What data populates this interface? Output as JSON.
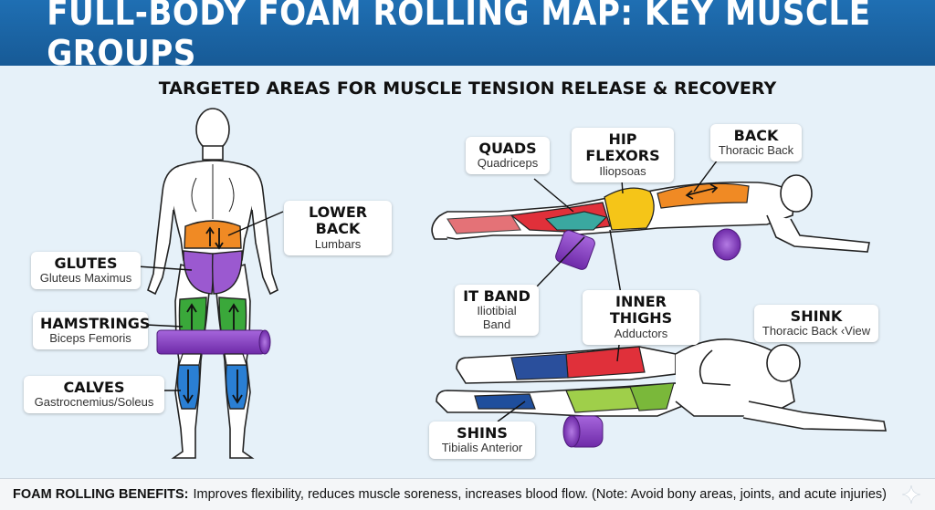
{
  "header": {
    "title": "FULL-BODY FOAM ROLLING MAP: KEY MUSCLE GROUPS",
    "subtitle": "TARGETED AREAS FOR MUSCLE TENSION RELEASE & RECOVERY"
  },
  "labels": {
    "lower_back": {
      "main": "LOWER BACK",
      "sub": "Lumbars"
    },
    "glutes": {
      "main": "GLUTES",
      "sub": "Gluteus Maximus"
    },
    "hamstrings": {
      "main": "HAMSTRINGS",
      "sub": "Biceps Femoris"
    },
    "calves": {
      "main": "CALVES",
      "sub": "Gastrocnemius/Soleus"
    },
    "quads": {
      "main": "QUADS",
      "sub": "Quadriceps"
    },
    "hip_flexors": {
      "main": "HIP FLEXORS",
      "sub": "Iliopsoas"
    },
    "back": {
      "main": "BACK",
      "sub": "Thoracic Back"
    },
    "it_band": {
      "main": "IT BAND",
      "sub": "Iliotibial Band"
    },
    "inner_thighs": {
      "main": "INNER THIGHS",
      "sub": "Adductors"
    },
    "shink": {
      "main": "SHINK",
      "sub": "Thoracic Back ‹View"
    },
    "shins": {
      "main": "SHINS",
      "sub": "Tibialis Anterior"
    }
  },
  "footer": {
    "heading": "FOAM ROLLING BENEFITS:",
    "text": "Improves flexibility, reduces muscle soreness, increases blood flow. (Note: Avoid bony areas, joints, and acute injuries)"
  },
  "colors": {
    "title_bar": "#1f6fb3",
    "roller": "#8a3fc6",
    "glutes": "#9b59d0",
    "lower_back": "#f08a24",
    "hamstrings": "#3aa83a",
    "calves": "#2a7fd4",
    "quads": "#e0303a",
    "hip_flexors": "#f5c518",
    "inner_thighs": "#9fcf4a",
    "shins": "#1f4e9c"
  }
}
